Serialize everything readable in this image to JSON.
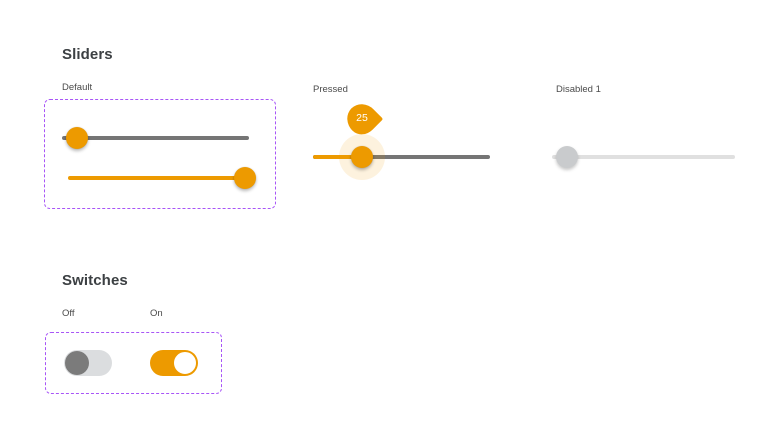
{
  "page": {
    "background": "#ffffff",
    "accent_color": "#ed9a00",
    "highlight_color": "#a855f7"
  },
  "sections": [
    {
      "title": "Sliders",
      "fields": [
        {
          "label": "Default"
        },
        {
          "label": "Pressed"
        },
        {
          "label": "Disabled 1"
        }
      ]
    },
    {
      "title": "Switches",
      "fields": [
        {
          "label": "Off"
        },
        {
          "label": "On"
        }
      ]
    }
  ],
  "sliders": {
    "default_low": {
      "label": "Default",
      "value": 0,
      "state": "default",
      "thumb_color": "#ed9a00",
      "track_color": "#757575"
    },
    "default_high": {
      "label": "Default",
      "value": 100,
      "state": "default",
      "thumb_color": "#ed9a00",
      "track_color": "#ed9a00"
    },
    "pressed": {
      "label": "Pressed",
      "value": 25,
      "value_text": "25",
      "state": "pressed",
      "thumb_color": "#ed9a00",
      "active_track_color": "#ed9a00",
      "inactive_track_color": "#757575"
    },
    "disabled": {
      "label": "Disabled 1",
      "value": 0,
      "state": "disabled",
      "thumb_color": "#c9cbcd",
      "track_color": "#e0e0e0"
    }
  },
  "switches": {
    "off": {
      "label": "Off",
      "state": "off",
      "track_color": "#dbdddf",
      "knob_color": "#7b7b7b"
    },
    "on": {
      "label": "On",
      "state": "on",
      "track_color": "#ed9a00",
      "knob_color": "#ffffff"
    }
  }
}
